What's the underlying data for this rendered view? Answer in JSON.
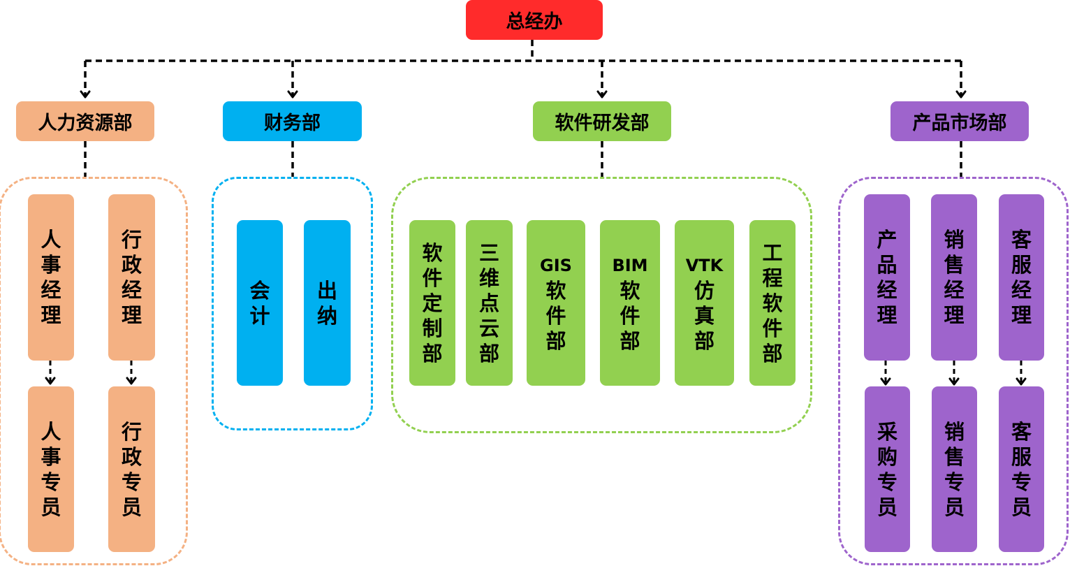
{
  "colors": {
    "root": "#ff2b2b",
    "hr": "#f4b183",
    "finance": "#00b0f0",
    "software": "#92d050",
    "market": "#9e64cc",
    "connector": "#000000"
  },
  "root": {
    "label": "总经办"
  },
  "departments": [
    {
      "id": "hr",
      "label": "人力资源部",
      "managers": [
        {
          "label": "人事经理",
          "staff": {
            "label": "人事专员"
          }
        },
        {
          "label": "行政经理",
          "staff": {
            "label": "行政专员"
          }
        }
      ]
    },
    {
      "id": "finance",
      "label": "财务部",
      "units": [
        {
          "label": "会计"
        },
        {
          "label": "出纳"
        }
      ]
    },
    {
      "id": "software",
      "label": "软件研发部",
      "units": [
        {
          "label": "软件定制部"
        },
        {
          "label": "三维点云部"
        },
        {
          "label": "GIS软件部",
          "prefix": "GIS",
          "rest": "软件部"
        },
        {
          "label": "BIM软件部",
          "prefix": "BIM",
          "rest": "软件部"
        },
        {
          "label": "VTK仿真部",
          "prefix": "VTK",
          "rest": "仿真部"
        },
        {
          "label": "工程软件部"
        }
      ]
    },
    {
      "id": "market",
      "label": "产品市场部",
      "managers": [
        {
          "label": "产品经理",
          "staff": {
            "label": "采购专员"
          }
        },
        {
          "label": "销售经理",
          "staff": {
            "label": "销售专员"
          }
        },
        {
          "label": "客服经理",
          "staff": {
            "label": "客服专员"
          }
        }
      ]
    }
  ]
}
